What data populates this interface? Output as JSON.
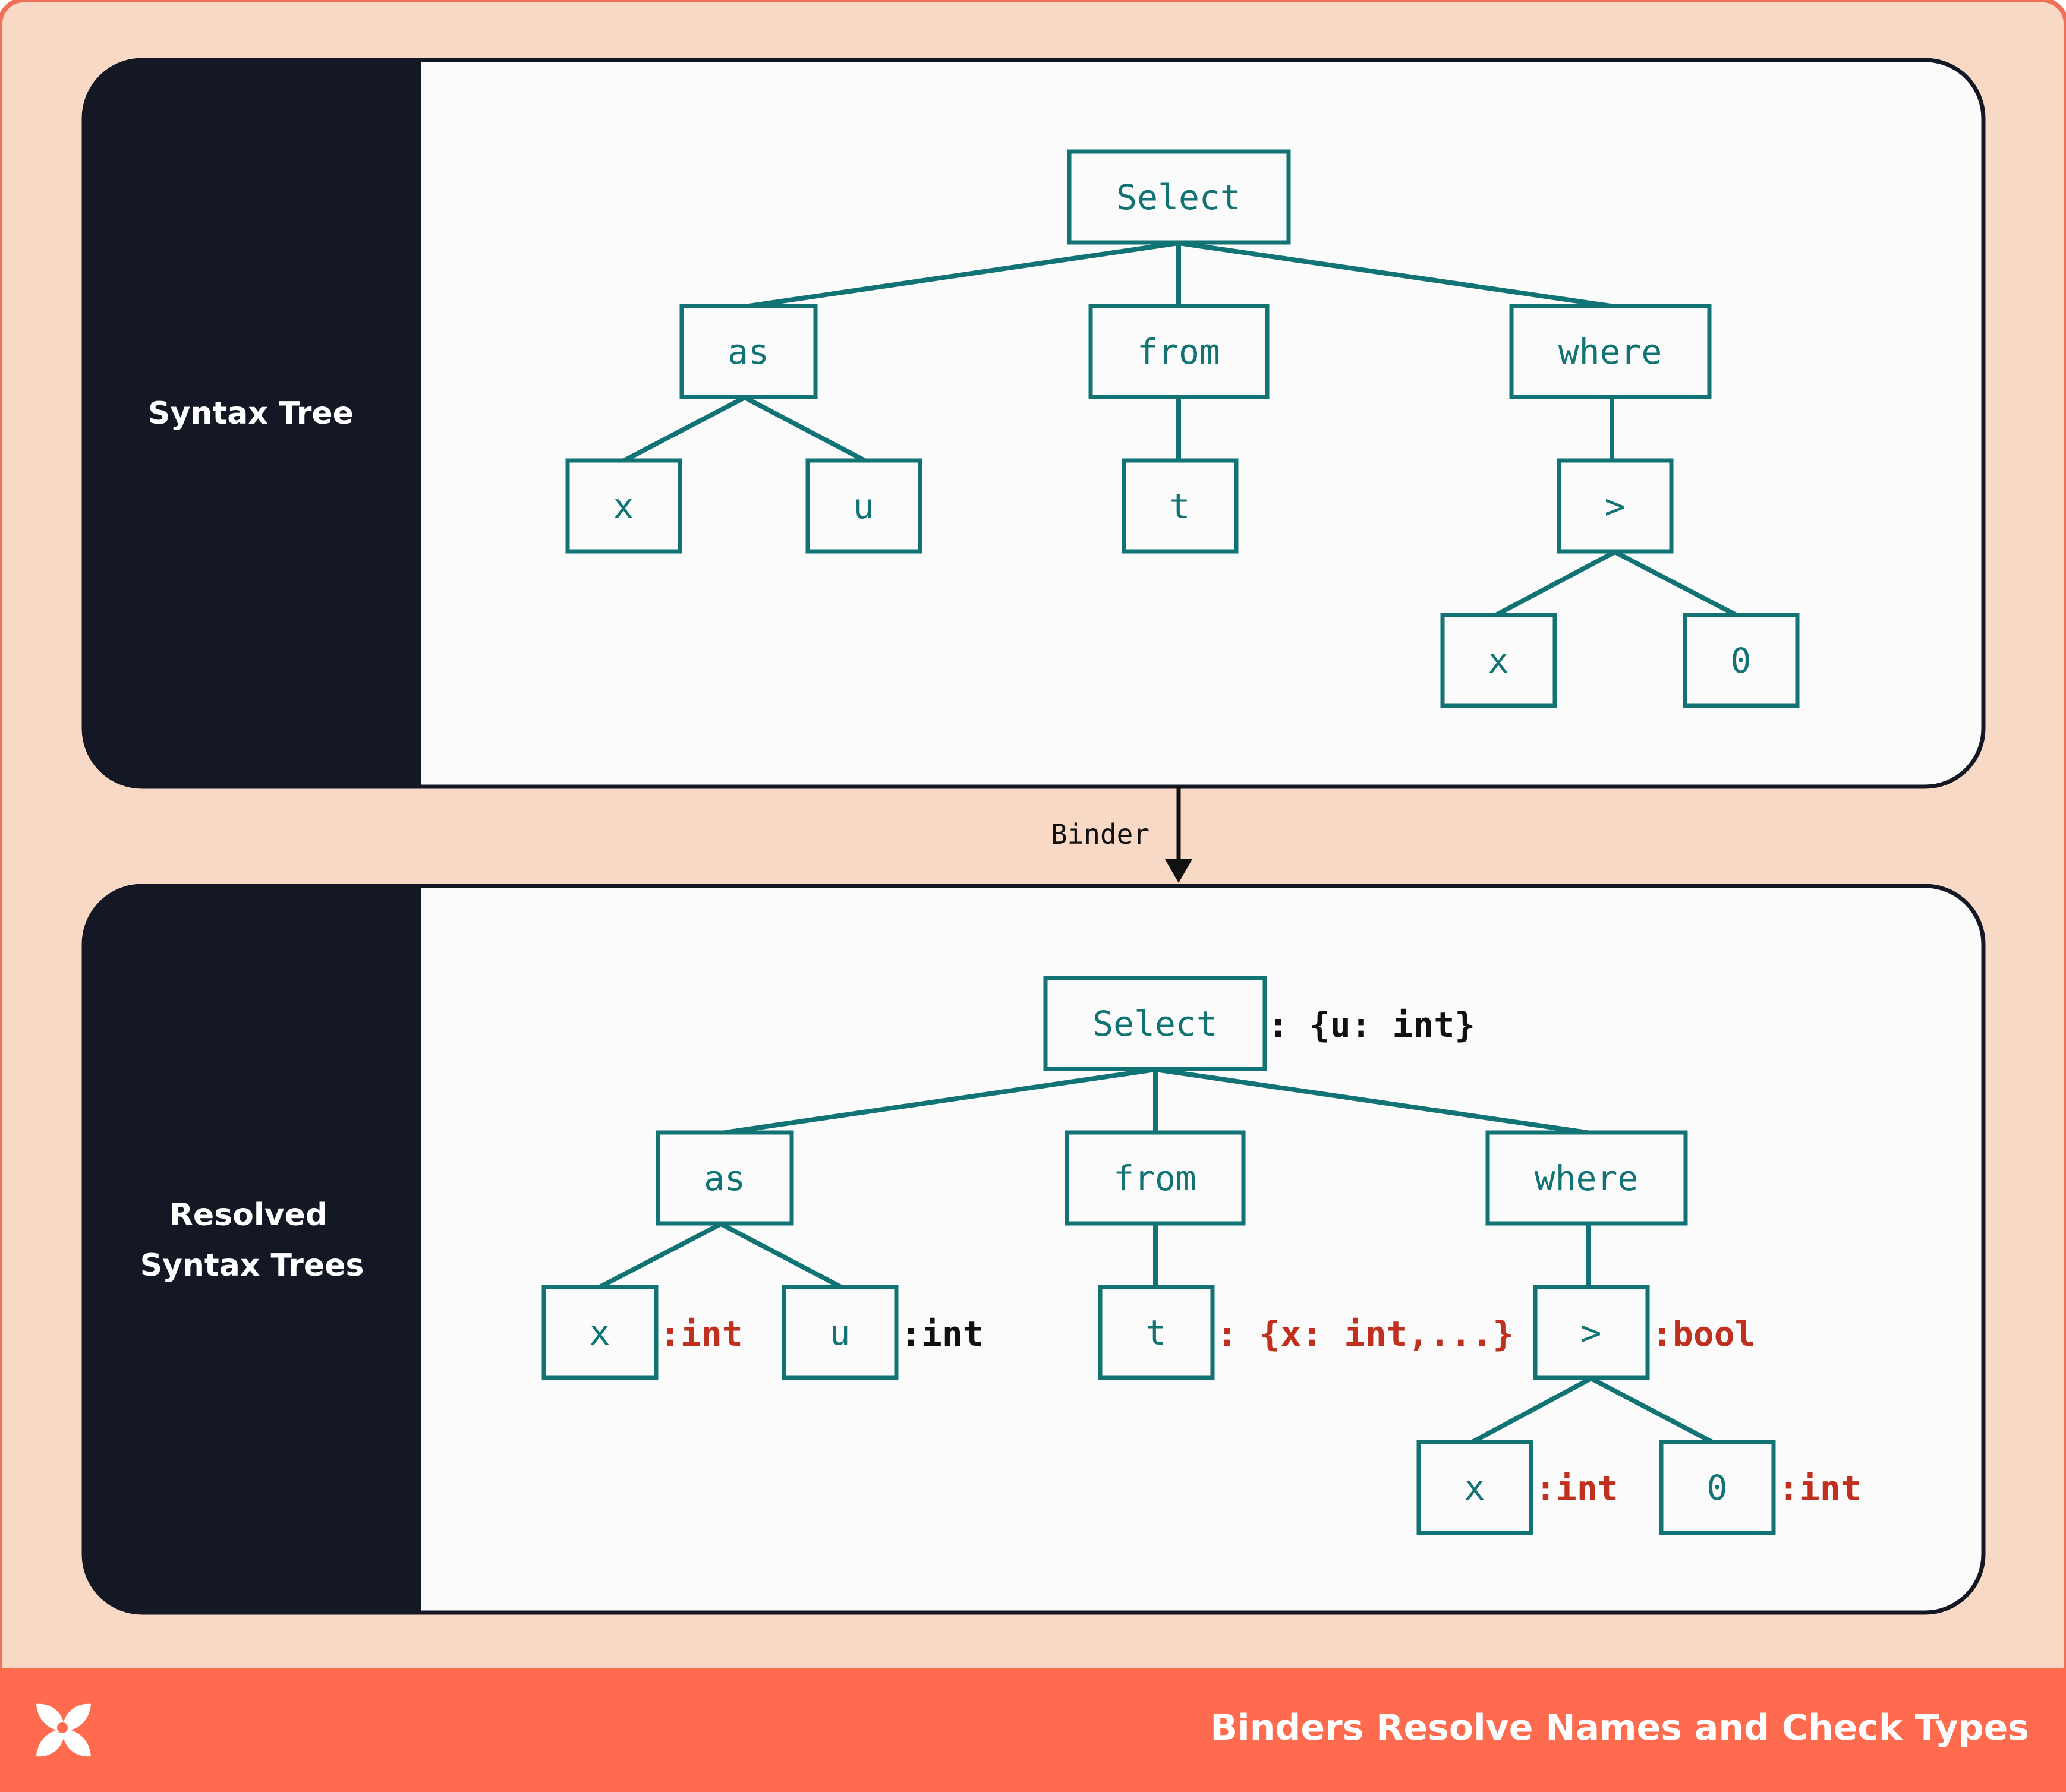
{
  "colors": {
    "frame": "#F8D9C5",
    "frame_border": "#F0705A",
    "footer": "#FF6B4E",
    "panel_label_bg": "#131824",
    "panel_body": "#FBFBFB",
    "node": "#117373",
    "type_black": "#111111",
    "type_red": "#C0301E",
    "white": "#FFFFFF"
  },
  "panels": {
    "top": {
      "label_lines": [
        "Syntax Tree"
      ]
    },
    "bottom": {
      "label_lines": [
        "Resolved",
        "Syntax Trees"
      ]
    }
  },
  "arrow_label": "Binder",
  "trees": {
    "top": {
      "nodes": {
        "select": "Select",
        "as": "as",
        "from": "from",
        "where": "where",
        "x1": "x",
        "u": "u",
        "t": "t",
        "gt": ">",
        "x2": "x",
        "zero": "0"
      }
    },
    "bottom": {
      "nodes": {
        "select": "Select",
        "as": "as",
        "from": "from",
        "where": "where",
        "x1": "x",
        "u": "u",
        "t": "t",
        "gt": ">",
        "x2": "x",
        "zero": "0"
      },
      "types": {
        "select": ": {u: int}",
        "x1": ":int",
        "u": ":int",
        "t": ": {x: int,...}",
        "gt": ":bool",
        "x2": ":int",
        "zero": ":int"
      }
    }
  },
  "footer": {
    "logo": "dagster-logo-icon",
    "title": "Binders Resolve Names and Check Types"
  }
}
